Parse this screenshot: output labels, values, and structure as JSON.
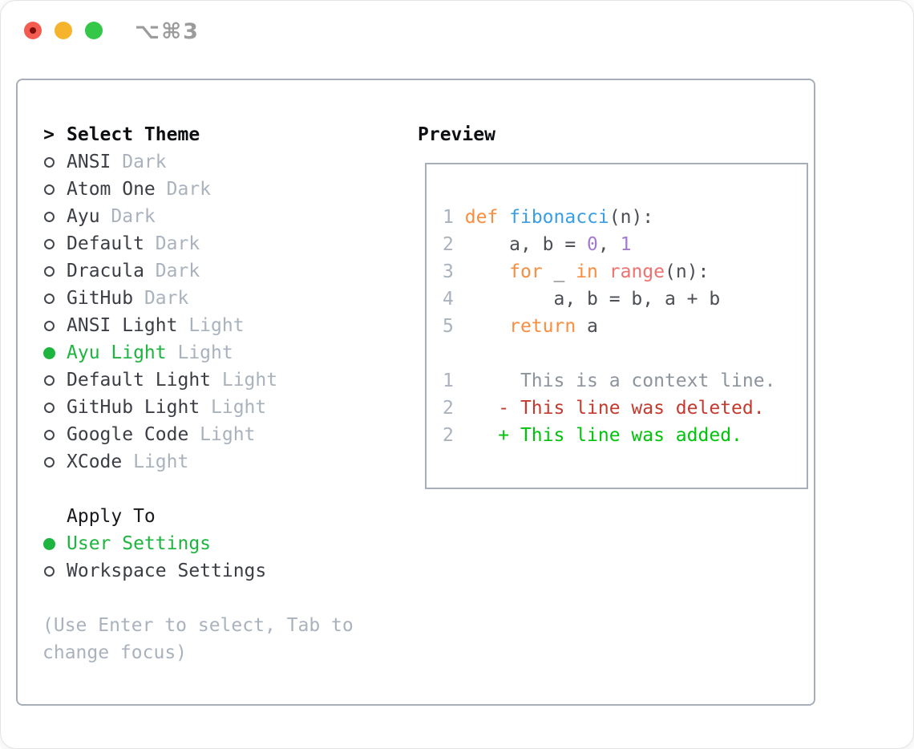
{
  "window": {
    "title": "⌥⌘3"
  },
  "theme_panel": {
    "header_marker": ">",
    "header": "Select Theme",
    "items": [
      {
        "label": "ANSI",
        "variant": "Dark",
        "selected": false
      },
      {
        "label": "Atom One",
        "variant": "Dark",
        "selected": false
      },
      {
        "label": "Ayu",
        "variant": "Dark",
        "selected": false
      },
      {
        "label": "Default",
        "variant": "Dark",
        "selected": false
      },
      {
        "label": "Dracula",
        "variant": "Dark",
        "selected": false
      },
      {
        "label": "GitHub",
        "variant": "Dark",
        "selected": false
      },
      {
        "label": "ANSI Light",
        "variant": "Light",
        "selected": false
      },
      {
        "label": "Ayu Light",
        "variant": "Light",
        "selected": true
      },
      {
        "label": "Default Light",
        "variant": "Light",
        "selected": false
      },
      {
        "label": "GitHub Light",
        "variant": "Light",
        "selected": false
      },
      {
        "label": "Google Code",
        "variant": "Light",
        "selected": false
      },
      {
        "label": "XCode",
        "variant": "Light",
        "selected": false
      }
    ],
    "apply_to": {
      "header": "Apply To",
      "options": [
        {
          "label": "User Settings",
          "selected": true
        },
        {
          "label": "Workspace Settings",
          "selected": false
        }
      ]
    },
    "hint": "(Use Enter to select, Tab to change focus)"
  },
  "preview_panel": {
    "header": "Preview",
    "lines": [
      {
        "num": "1",
        "tokens": [
          {
            "t": " ",
            "c": "plain"
          },
          {
            "t": "def",
            "c": "kw"
          },
          {
            "t": " ",
            "c": "plain"
          },
          {
            "t": "fibonacci",
            "c": "fn"
          },
          {
            "t": "(n):",
            "c": "plain"
          }
        ]
      },
      {
        "num": "2",
        "tokens": [
          {
            "t": "     a, b = ",
            "c": "plain"
          },
          {
            "t": "0",
            "c": "num"
          },
          {
            "t": ", ",
            "c": "plain"
          },
          {
            "t": "1",
            "c": "num"
          }
        ]
      },
      {
        "num": "3",
        "tokens": [
          {
            "t": "     ",
            "c": "plain"
          },
          {
            "t": "for",
            "c": "kw"
          },
          {
            "t": " _ ",
            "c": "plain"
          },
          {
            "t": "in",
            "c": "kw"
          },
          {
            "t": " ",
            "c": "plain"
          },
          {
            "t": "range",
            "c": "special"
          },
          {
            "t": "(n):",
            "c": "plain"
          }
        ]
      },
      {
        "num": "4",
        "tokens": [
          {
            "t": "         a, b = b, a + b",
            "c": "plain"
          }
        ]
      },
      {
        "num": "5",
        "tokens": [
          {
            "t": "     ",
            "c": "plain"
          },
          {
            "t": "return",
            "c": "kw"
          },
          {
            "t": " a",
            "c": "plain"
          }
        ]
      },
      {
        "num": "",
        "tokens": []
      },
      {
        "num": "1",
        "tokens": [
          {
            "t": "      This is a context line.",
            "c": "ctx"
          }
        ]
      },
      {
        "num": "2",
        "tokens": [
          {
            "t": "    ",
            "c": "plain"
          },
          {
            "t": "- This line was deleted.",
            "c": "del"
          }
        ]
      },
      {
        "num": "2",
        "tokens": [
          {
            "t": "    ",
            "c": "plain"
          },
          {
            "t": "+ This line was added.",
            "c": "add"
          }
        ]
      }
    ]
  },
  "colors": {
    "accent_green": "#1db53f",
    "muted_gray": "#a9b2bd",
    "text_dark": "#3b3e45",
    "header_black": "#0d0f12",
    "border_gray": "#a7aeb8",
    "code_plain": "#4b4e54",
    "keyword_orange": "#fa8d3e",
    "function_blue": "#399ee6",
    "number_purple": "#a37acc",
    "builtin_coral": "#f0716f",
    "context_gray": "#8d949c",
    "deleted_red": "#c43a2e",
    "added_green": "#00c30b",
    "traffic_red": "#f45c52",
    "traffic_red_dot": "#7d100a",
    "traffic_yellow": "#f6b42c",
    "traffic_green": "#34c748",
    "title_gray": "#9b9b9b"
  }
}
